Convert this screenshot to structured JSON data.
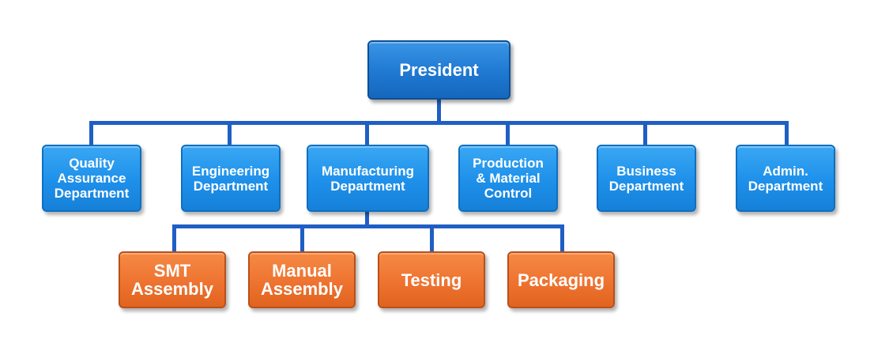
{
  "org_chart": {
    "president": {
      "label": "President"
    },
    "departments": [
      {
        "label": "Quality\nAssurance\nDepartment"
      },
      {
        "label": "Engineering\nDepartment"
      },
      {
        "label": "Manufacturing\nDepartment"
      },
      {
        "label": "Production\n& Material\nControl"
      },
      {
        "label": "Business\nDepartment"
      },
      {
        "label": "Admin.\nDepartment"
      }
    ],
    "manufacturing_units": [
      {
        "label": "SMT\nAssembly"
      },
      {
        "label": "Manual\nAssembly"
      },
      {
        "label": "Testing"
      },
      {
        "label": "Packaging"
      }
    ]
  },
  "colors": {
    "president_fill": "#1f78d1",
    "department_fill": "#1e90ea",
    "unit_fill": "#ee7330",
    "connector": "#1f5fc4"
  }
}
